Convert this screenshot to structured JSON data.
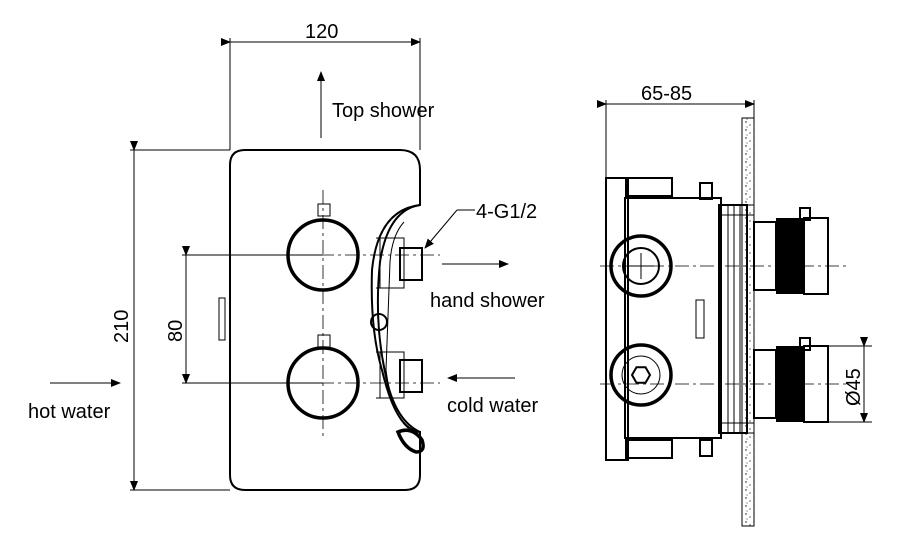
{
  "front_view": {
    "width_dim": "120",
    "height_dim": "210",
    "spacing_dim": "80",
    "thread_label": "4-G1/2",
    "top_outlet": "Top shower",
    "hand_outlet": "hand shower",
    "hot_inlet": "hot water",
    "cold_inlet": "cold water"
  },
  "side_view": {
    "depth_dim": "65-85",
    "diameter_dim": "Ø45"
  }
}
